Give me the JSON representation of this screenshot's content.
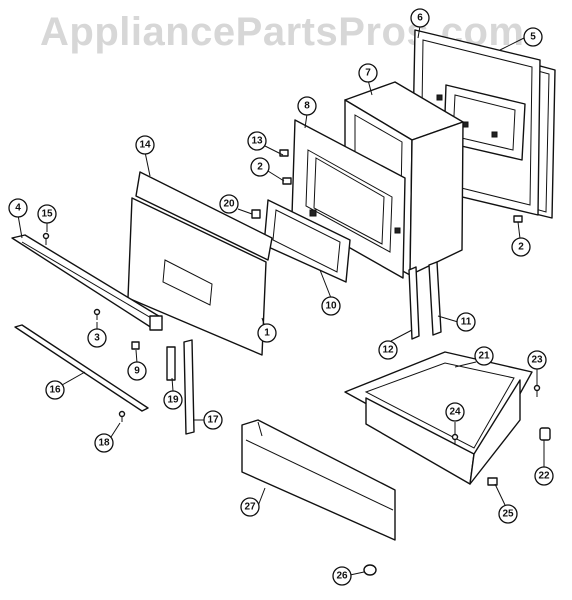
{
  "watermark": "AppliancePartsPros.com",
  "callouts": [
    "1",
    "2",
    "3",
    "4",
    "5",
    "6",
    "7",
    "8",
    "9",
    "10",
    "11",
    "12",
    "13",
    "14",
    "15",
    "16",
    "17",
    "18",
    "19",
    "20",
    "21",
    "22",
    "23",
    "24",
    "25",
    "26",
    "27"
  ],
  "colors": {
    "line": "#111111",
    "watermark": "#d7d7d7",
    "background": "#ffffff"
  }
}
